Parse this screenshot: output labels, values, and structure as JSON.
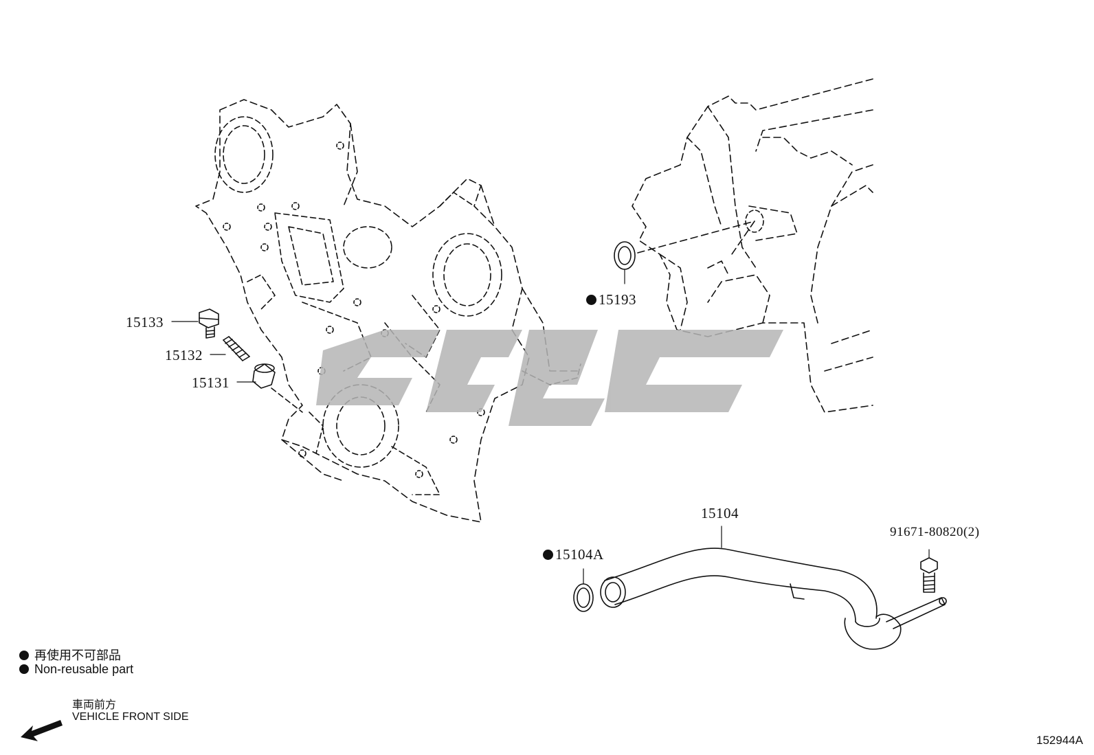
{
  "parts": {
    "p15133": "15133",
    "p15132": "15132",
    "p15131": "15131",
    "p15193": "15193",
    "p15104": "15104",
    "p15104a": "15104A",
    "p91671": "91671-80820(2)"
  },
  "legend": {
    "non_reusable_jp": "再使用不可部品",
    "non_reusable_en": "Non-reusable part",
    "front_jp": "車両前方",
    "front_en": "VEHICLE FRONT SIDE"
  },
  "diagram_id": "152944A",
  "colors": {
    "line": "#111111",
    "watermark": "#b5b5b5"
  }
}
